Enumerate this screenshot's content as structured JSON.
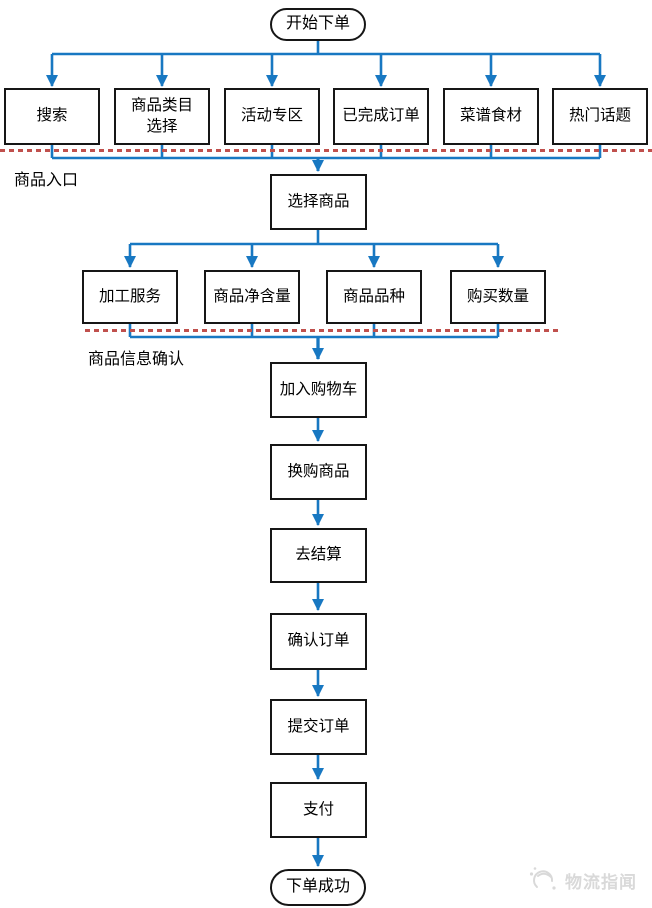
{
  "flowchart": {
    "start": "开始下单",
    "entry_nodes": [
      "搜索",
      "商品类目\n选择",
      "活动专区",
      "已完成订单",
      "菜谱食材",
      "热门话题"
    ],
    "entry_section_label": "商品入口",
    "select_product": "选择商品",
    "info_nodes": [
      "加工服务",
      "商品净含量",
      "商品品种",
      "购买数量"
    ],
    "info_section_label": "商品信息确认",
    "sequence_nodes": [
      "加入购物车",
      "换购商品",
      "去结算",
      "确认订单",
      "提交订单",
      "支付"
    ],
    "end": "下单成功",
    "colors": {
      "connector": "#1878c2",
      "divider": "#c0504d",
      "node_border": "#161616",
      "node_fill": "#ffffff",
      "text": "#000000",
      "watermark": "#d9d9d9"
    }
  },
  "watermark": {
    "icon": "swirl-logo",
    "text": "物流指闻"
  }
}
